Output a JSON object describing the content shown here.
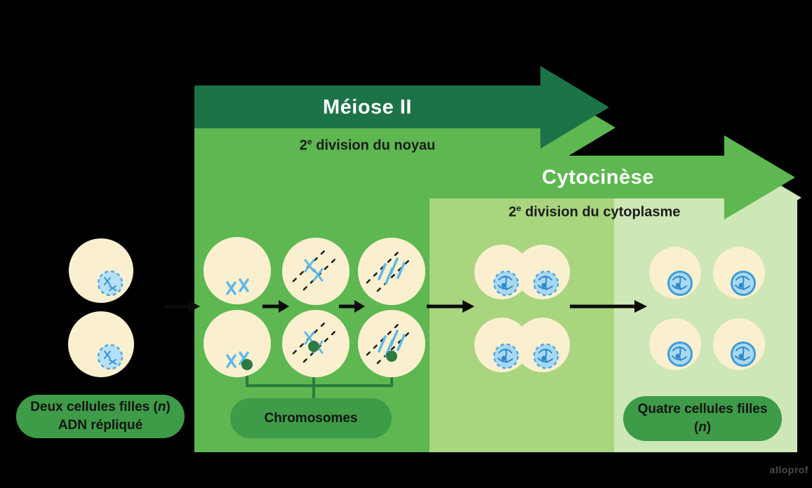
{
  "diagram": {
    "meiosis2": {
      "title": "Méiose II",
      "subtitle": {
        "base": "2",
        "sup": "e",
        "rest": " division du noyau"
      }
    },
    "cytokinesis": {
      "title": "Cytocinèse",
      "subtitle": {
        "base": "2",
        "sup": "e",
        "rest": " division du cytoplasme"
      }
    },
    "labels": {
      "daughter_two": {
        "line1_pre": "Deux cellules filles (",
        "line1_italic": "n",
        "line1_post": ")",
        "line2": "ADN répliqué"
      },
      "chromosomes": "Chromosomes",
      "daughter_four": {
        "line1": "Quatre cellules filles",
        "line2_pre": "(",
        "line2_italic": "n",
        "line2_post": ")"
      }
    },
    "watermark": "alloprof",
    "colors": {
      "background": "#000000",
      "dark_green_arrow": "#1d7348",
      "medium_green": "#5eb751",
      "light_green_panel": "#a9d57e",
      "lightest_green_panel": "#cde7b6",
      "label_pill_green": "#3e9b47",
      "callout_green": "#2c7a42",
      "cell_cream": "#faf0d0",
      "nucleus_fill": "#a9d9f2",
      "nucleus_border": "#4fa8de",
      "chromatin_blue": "#2e88c7",
      "chromosome_blue": "#5fb8e8",
      "flow_arrow_black": "#0b0b0b",
      "title_white": "#ffffff",
      "text_dark": "#1c1c1c",
      "watermark_gray": "#4b4b4b"
    },
    "icons": [
      "flow-arrow-icon",
      "cell",
      "nucleus",
      "chromosome-icon",
      "spindle-fiber-icon",
      "callout-dot",
      "callout-line"
    ]
  }
}
